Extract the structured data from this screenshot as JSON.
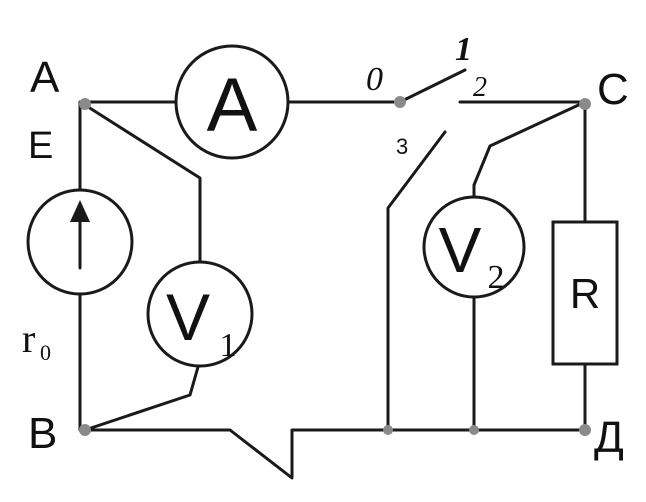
{
  "nodes": {
    "a": "A",
    "b": "B",
    "c": "C",
    "d": "Д"
  },
  "source": {
    "emf_label": "E",
    "internal_resistance_label": "r",
    "internal_resistance_subscript": "0"
  },
  "ammeter": {
    "label": "A"
  },
  "voltmeter_1": {
    "label": "V",
    "subscript": "1"
  },
  "voltmeter_2": {
    "label": "V",
    "subscript": "2"
  },
  "resistor": {
    "label": "R"
  },
  "switch": {
    "contact_0": "0",
    "contact_1": "1",
    "contact_2": "2",
    "contact_3": "3"
  },
  "colors": {
    "wire": "#1a1a1a",
    "node": "#8a8a8a",
    "background": "#ffffff"
  }
}
